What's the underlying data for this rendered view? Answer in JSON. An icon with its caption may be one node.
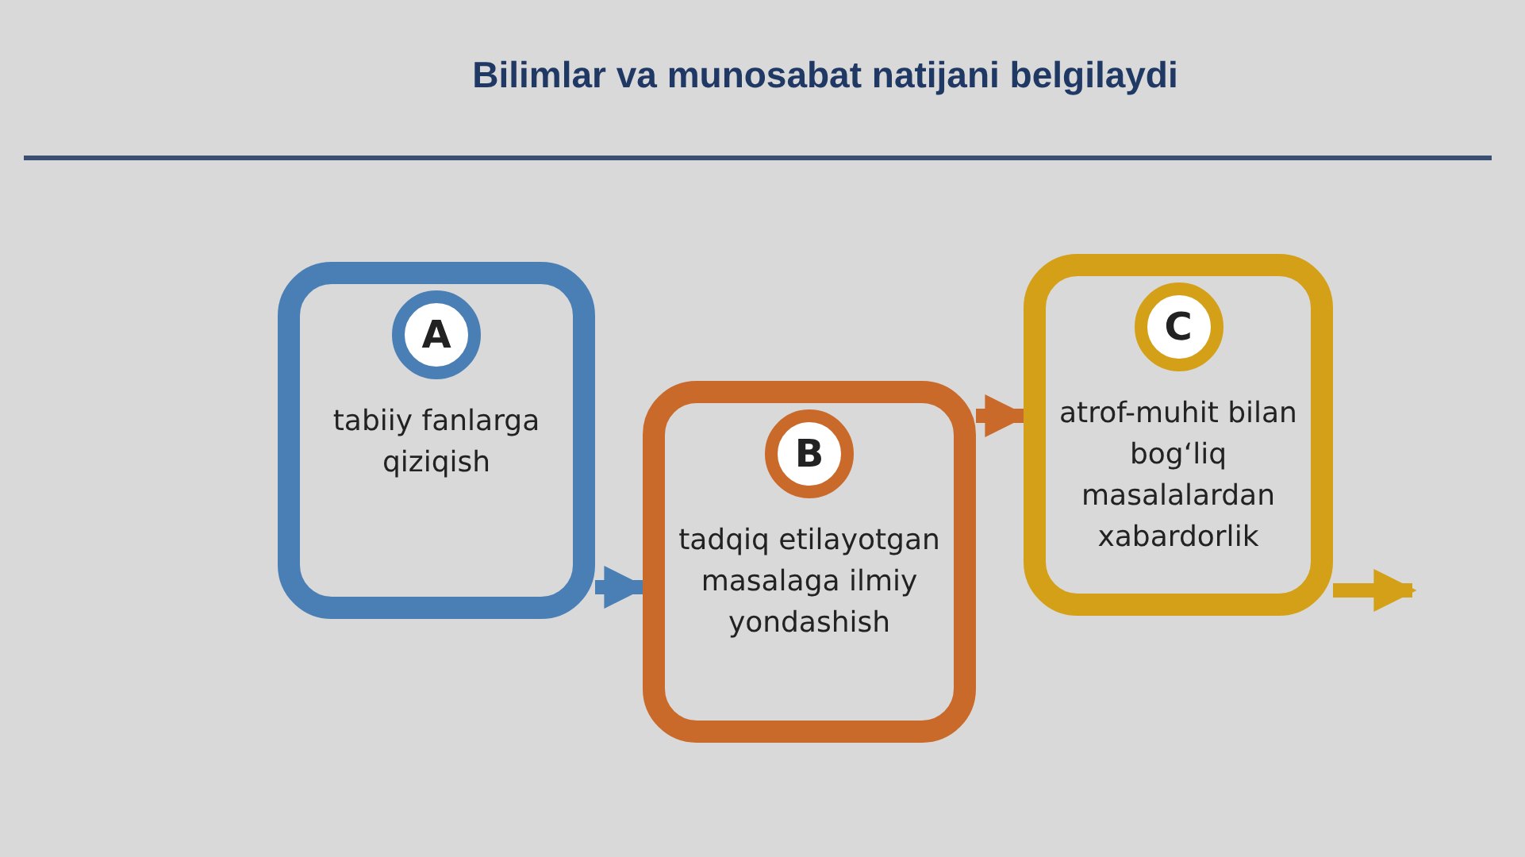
{
  "diagram": {
    "title": "Bilimlar va munosabat natijani belgilaydi",
    "nodes": [
      {
        "text": [
          "A",
          "tabiiy fanlarga qiziqish"
        ]
      },
      {
        "text": [
          "B",
          "tadqiq etilayotgan masalaga ilmiy yondashish"
        ]
      },
      {
        "text": [
          "C",
          "atrof-muhit bilan bog‘liq masalalardan xabardorlik"
        ]
      }
    ],
    "edges": [
      {
        "from": 0,
        "to": 1,
        "arrow": "to",
        "color": "#4a7fb5"
      },
      {
        "from": 1,
        "to": 2,
        "arrow": "to",
        "color": "#c96a2a"
      },
      {
        "from": 2,
        "to": null,
        "arrow": "to",
        "color": "#d4a017"
      }
    ]
  }
}
